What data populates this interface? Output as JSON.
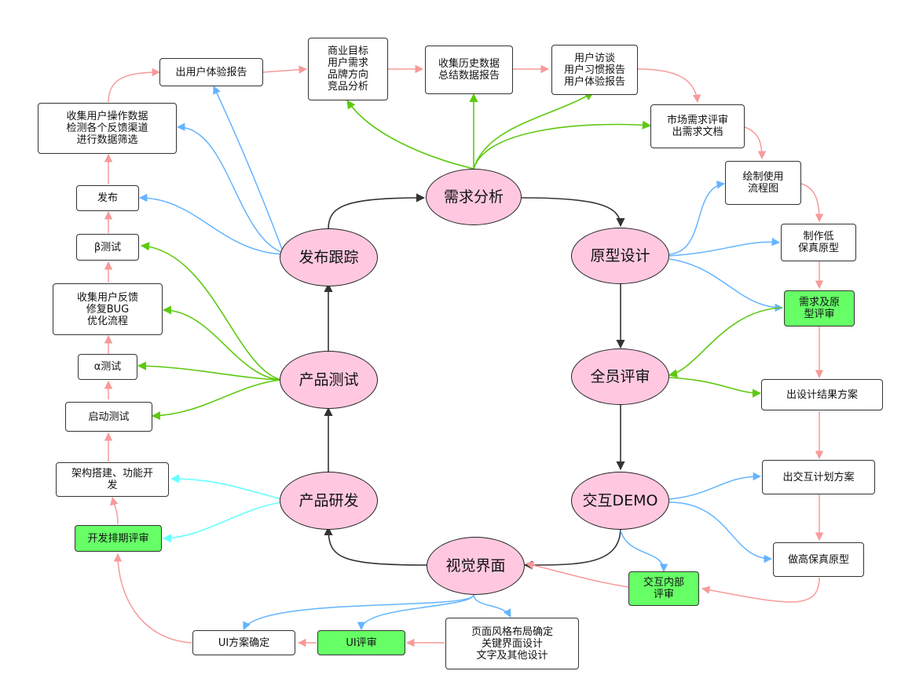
{
  "colors": {
    "dark": "#333333",
    "pink": "#f79a9a",
    "blue": "#64b4ff",
    "green": "#5dc90f",
    "cyan": "#66ffff",
    "hub_fill": "#ffc8e0",
    "green_fill": "#66ff66"
  },
  "hubs": {
    "demand": "需求分析",
    "prototype": "原型设计",
    "review_all": "全员评审",
    "demo": "交互DEMO",
    "visual": "视觉界面",
    "dev": "产品研发",
    "test": "产品测试",
    "release": "发布跟踪"
  },
  "nodes": {
    "ux_report": "出用户体验报告",
    "biz_goal": "商业目标\n用户需求\n品牌方向\n竞品分析",
    "history": "收集历史数据\n总结数据报告",
    "interview": "用户访谈\n用户习惯报告\n用户体验报告",
    "market": "市场需求评审\n出需求文档",
    "flowchart": "绘制使用\n流程图",
    "lofi": "制作低\n保真原型",
    "proto_review": "需求及原\n型评审",
    "design_plan": "出设计结果方案",
    "interaction_plan": "出交互计划方案",
    "hifi": "做高保真原型",
    "inner_review": "交互内部\n评审",
    "page_style": "页面风格布局确定\n关键界面设计\n文字及其他设计",
    "ui_review": "UI评审",
    "ui_confirm": "UI方案确定",
    "dev_schedule": "开发排期评审",
    "arch": "架构搭建、功能开\n发",
    "start_test": "启动测试",
    "alpha": "α测试",
    "feedback": "收集用户反馈\n修复BUG\n优化流程",
    "beta": "β测试",
    "publish": "发布",
    "collect": "收集用户操作数据\n检测各个反馈渠道\n进行数据筛选"
  }
}
